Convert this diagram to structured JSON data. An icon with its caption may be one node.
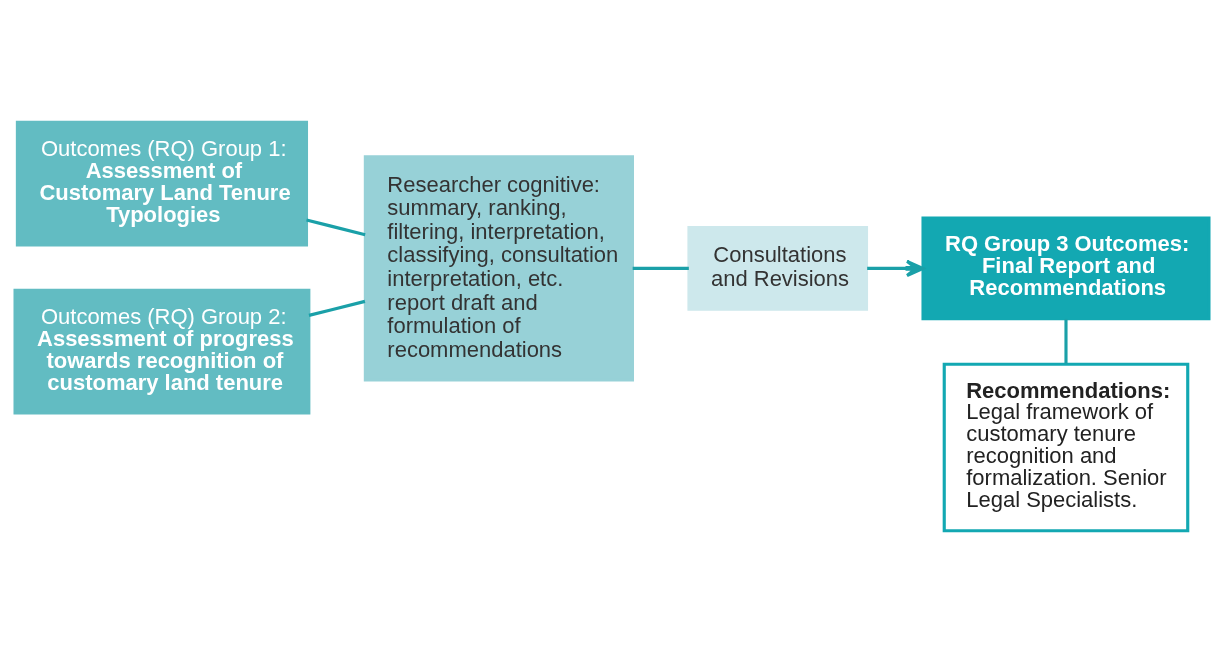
{
  "diagram": {
    "nodes": [
      {
        "text": [
          "Outcomes (RQ) Group 1:",
          "Assessment of Customary Land Tenure Typologies"
        ]
      },
      {
        "text": [
          "Outcomes (RQ) Group 2:",
          "Assessment of progress towards recognition of customary land tenure"
        ]
      },
      {
        "text": [
          "Researcher cognitive: summary, ranking, filtering, interpretation, classifying, consultation interpretation, etc. report draft and formulation of recommendations"
        ]
      },
      {
        "text": [
          "Consultations and Revisions"
        ]
      },
      {
        "text": [
          "RQ Group 3 Outcomes: Final Report and Recommendations"
        ]
      },
      {
        "text": [
          "Recommendations:",
          "Legal framework of customary tenure recognition and formalization. Senior Legal Specialists."
        ]
      }
    ],
    "edges": [
      {
        "from": 0,
        "to": 2,
        "arrow": "none"
      },
      {
        "from": 1,
        "to": 2,
        "arrow": "none"
      },
      {
        "from": 2,
        "to": 3,
        "arrow": "none"
      },
      {
        "from": 3,
        "to": 4,
        "arrow": "to"
      },
      {
        "from": 4,
        "to": 5,
        "arrow": "none"
      }
    ]
  }
}
